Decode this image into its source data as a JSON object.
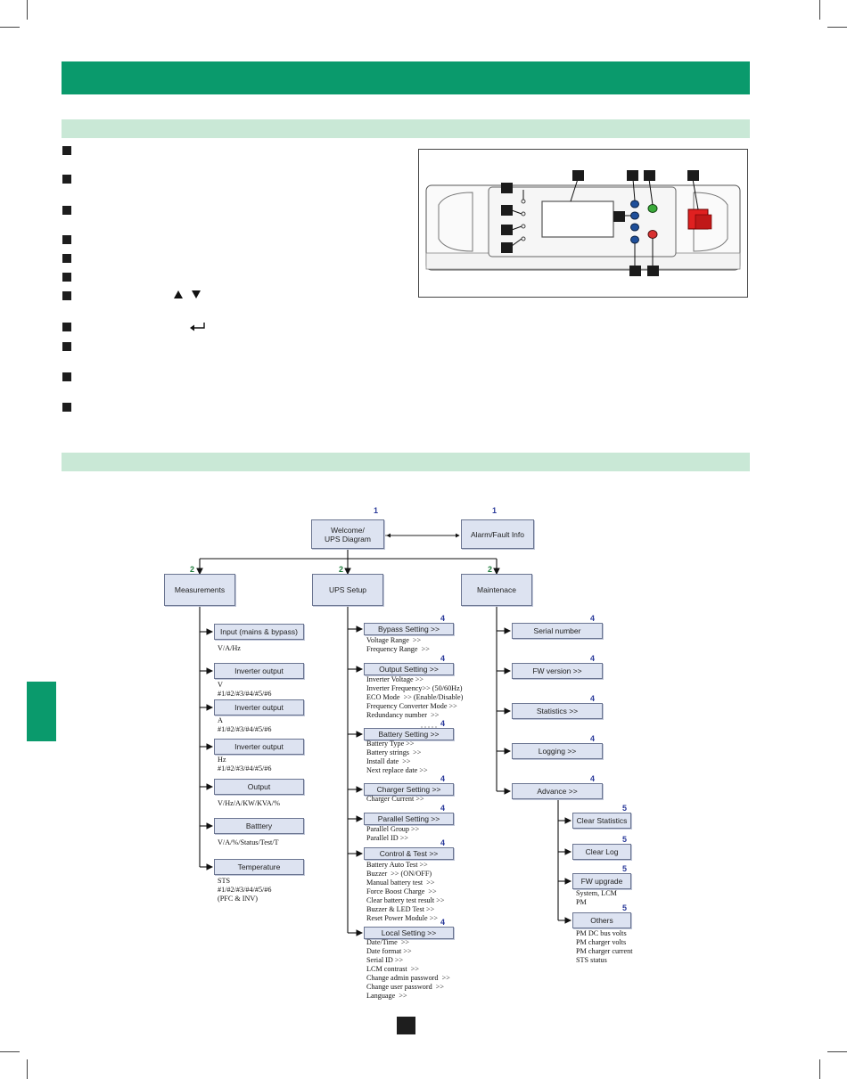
{
  "panel_callouts": [
    "",
    "",
    "",
    "",
    "",
    "",
    "",
    "",
    "",
    "",
    "",
    ""
  ],
  "icons": {
    "up": "triangle-up-icon",
    "down": "triangle-down-icon",
    "enter": "enter-return-icon"
  },
  "colors": {
    "header_green": "#0a9a6c",
    "section_light_green": "#c9e8d6",
    "box_fill": "#dde3f1",
    "box_border": "#6b7591",
    "button_blue": "#1f4f9a",
    "led_green": "#3aaa3a",
    "led_red": "#d83030",
    "power_red": "#e02020"
  },
  "diagram": {
    "top": {
      "welcome": {
        "label": "Welcome/\nUPS Diagram",
        "level": "1"
      },
      "alarm": {
        "label": "Alarm/Fault Info",
        "level": "1"
      }
    },
    "branches": {
      "measurements": {
        "label": "Measurements",
        "level": "2"
      },
      "ups_setup": {
        "label": "UPS Setup",
        "level": "2"
      },
      "maintenance": {
        "label": "Maintenace",
        "level": "2"
      }
    },
    "measurements_items": [
      {
        "label": "Input (mains & bypass)",
        "sub": "V/A/Hz"
      },
      {
        "label": "Inverter output",
        "sub": "V\n#1/#2/#3/#4/#5/#6"
      },
      {
        "label": "Inverter output",
        "sub": "A\n#1/#2/#3/#4/#5/#6"
      },
      {
        "label": "Inverter output",
        "sub": "Hz\n#1/#2/#3/#4/#5/#6"
      },
      {
        "label": "Output",
        "sub": "V/Hz/A/KW/KVA/%"
      },
      {
        "label": "Batttery",
        "sub": "V/A/%/Status/Test/T"
      },
      {
        "label": "Temperature",
        "sub": "STS\n#1/#2/#3/#4/#5/#6\n(PFC & INV)"
      }
    ],
    "setup_items": [
      {
        "label": "Bypass Setting >>",
        "level": "4",
        "sub": "Voltage Range  >>\nFrequency Range  >>"
      },
      {
        "label": "Output Setting >>",
        "level": "4",
        "sub": "Inverter Voltage >>\nInverter Frequency>> (50/60Hz)\nECO Mode  >> (Enable/Disable)\nFrequency Converter Mode >>\nRedundancy number  >>"
      },
      {
        "label": "Battery Setting >>",
        "level": "4",
        "sub": "Battery Type >>\nBattery strings  >>\nInstall date  >>\nNext replace date >>"
      },
      {
        "label": "Charger Setting >>",
        "level": "4",
        "sub": "Charger Current >>"
      },
      {
        "label": "Parallel  Setting >>",
        "level": "4",
        "sub": "Parallel Group >>\nParallel ID >>"
      },
      {
        "label": "Control & Test >>",
        "level": "4",
        "sub": "Battery Auto Test >>\nBuzzer  >> (ON/OFF)\nManual battery test  >>\nForce Boost Charge  >>\nClear battery test result >>\nBuzzer & LED Test >>\nReset Power Module >>"
      },
      {
        "label": "Local Setting >>",
        "level": "4",
        "sub": "Date/Time  >>\nDate format >>\nSerial ID >>\nLCM contrast  >>\nChange admin password  >>\nChange user password  >>\nLanguage  >>"
      }
    ],
    "maint_items": [
      {
        "label": "Serial number",
        "level": "4"
      },
      {
        "label": "FW version >>",
        "level": "4"
      },
      {
        "label": "Statistics  >>",
        "level": "4"
      },
      {
        "label": "Logging >>",
        "level": "4"
      },
      {
        "label": "Advance >>",
        "level": "4"
      }
    ],
    "advance_items": [
      {
        "label": "Clear Statistics",
        "level": "5",
        "sub": ""
      },
      {
        "label": "Clear Log",
        "level": "5",
        "sub": ""
      },
      {
        "label": "FW upgrade",
        "level": "5",
        "sub": "System, LCM\nPM"
      },
      {
        "label": "Others",
        "level": "5",
        "sub": "PM DC bus volts\nPM charger volts\nPM charger current\nSTS status"
      }
    ]
  }
}
